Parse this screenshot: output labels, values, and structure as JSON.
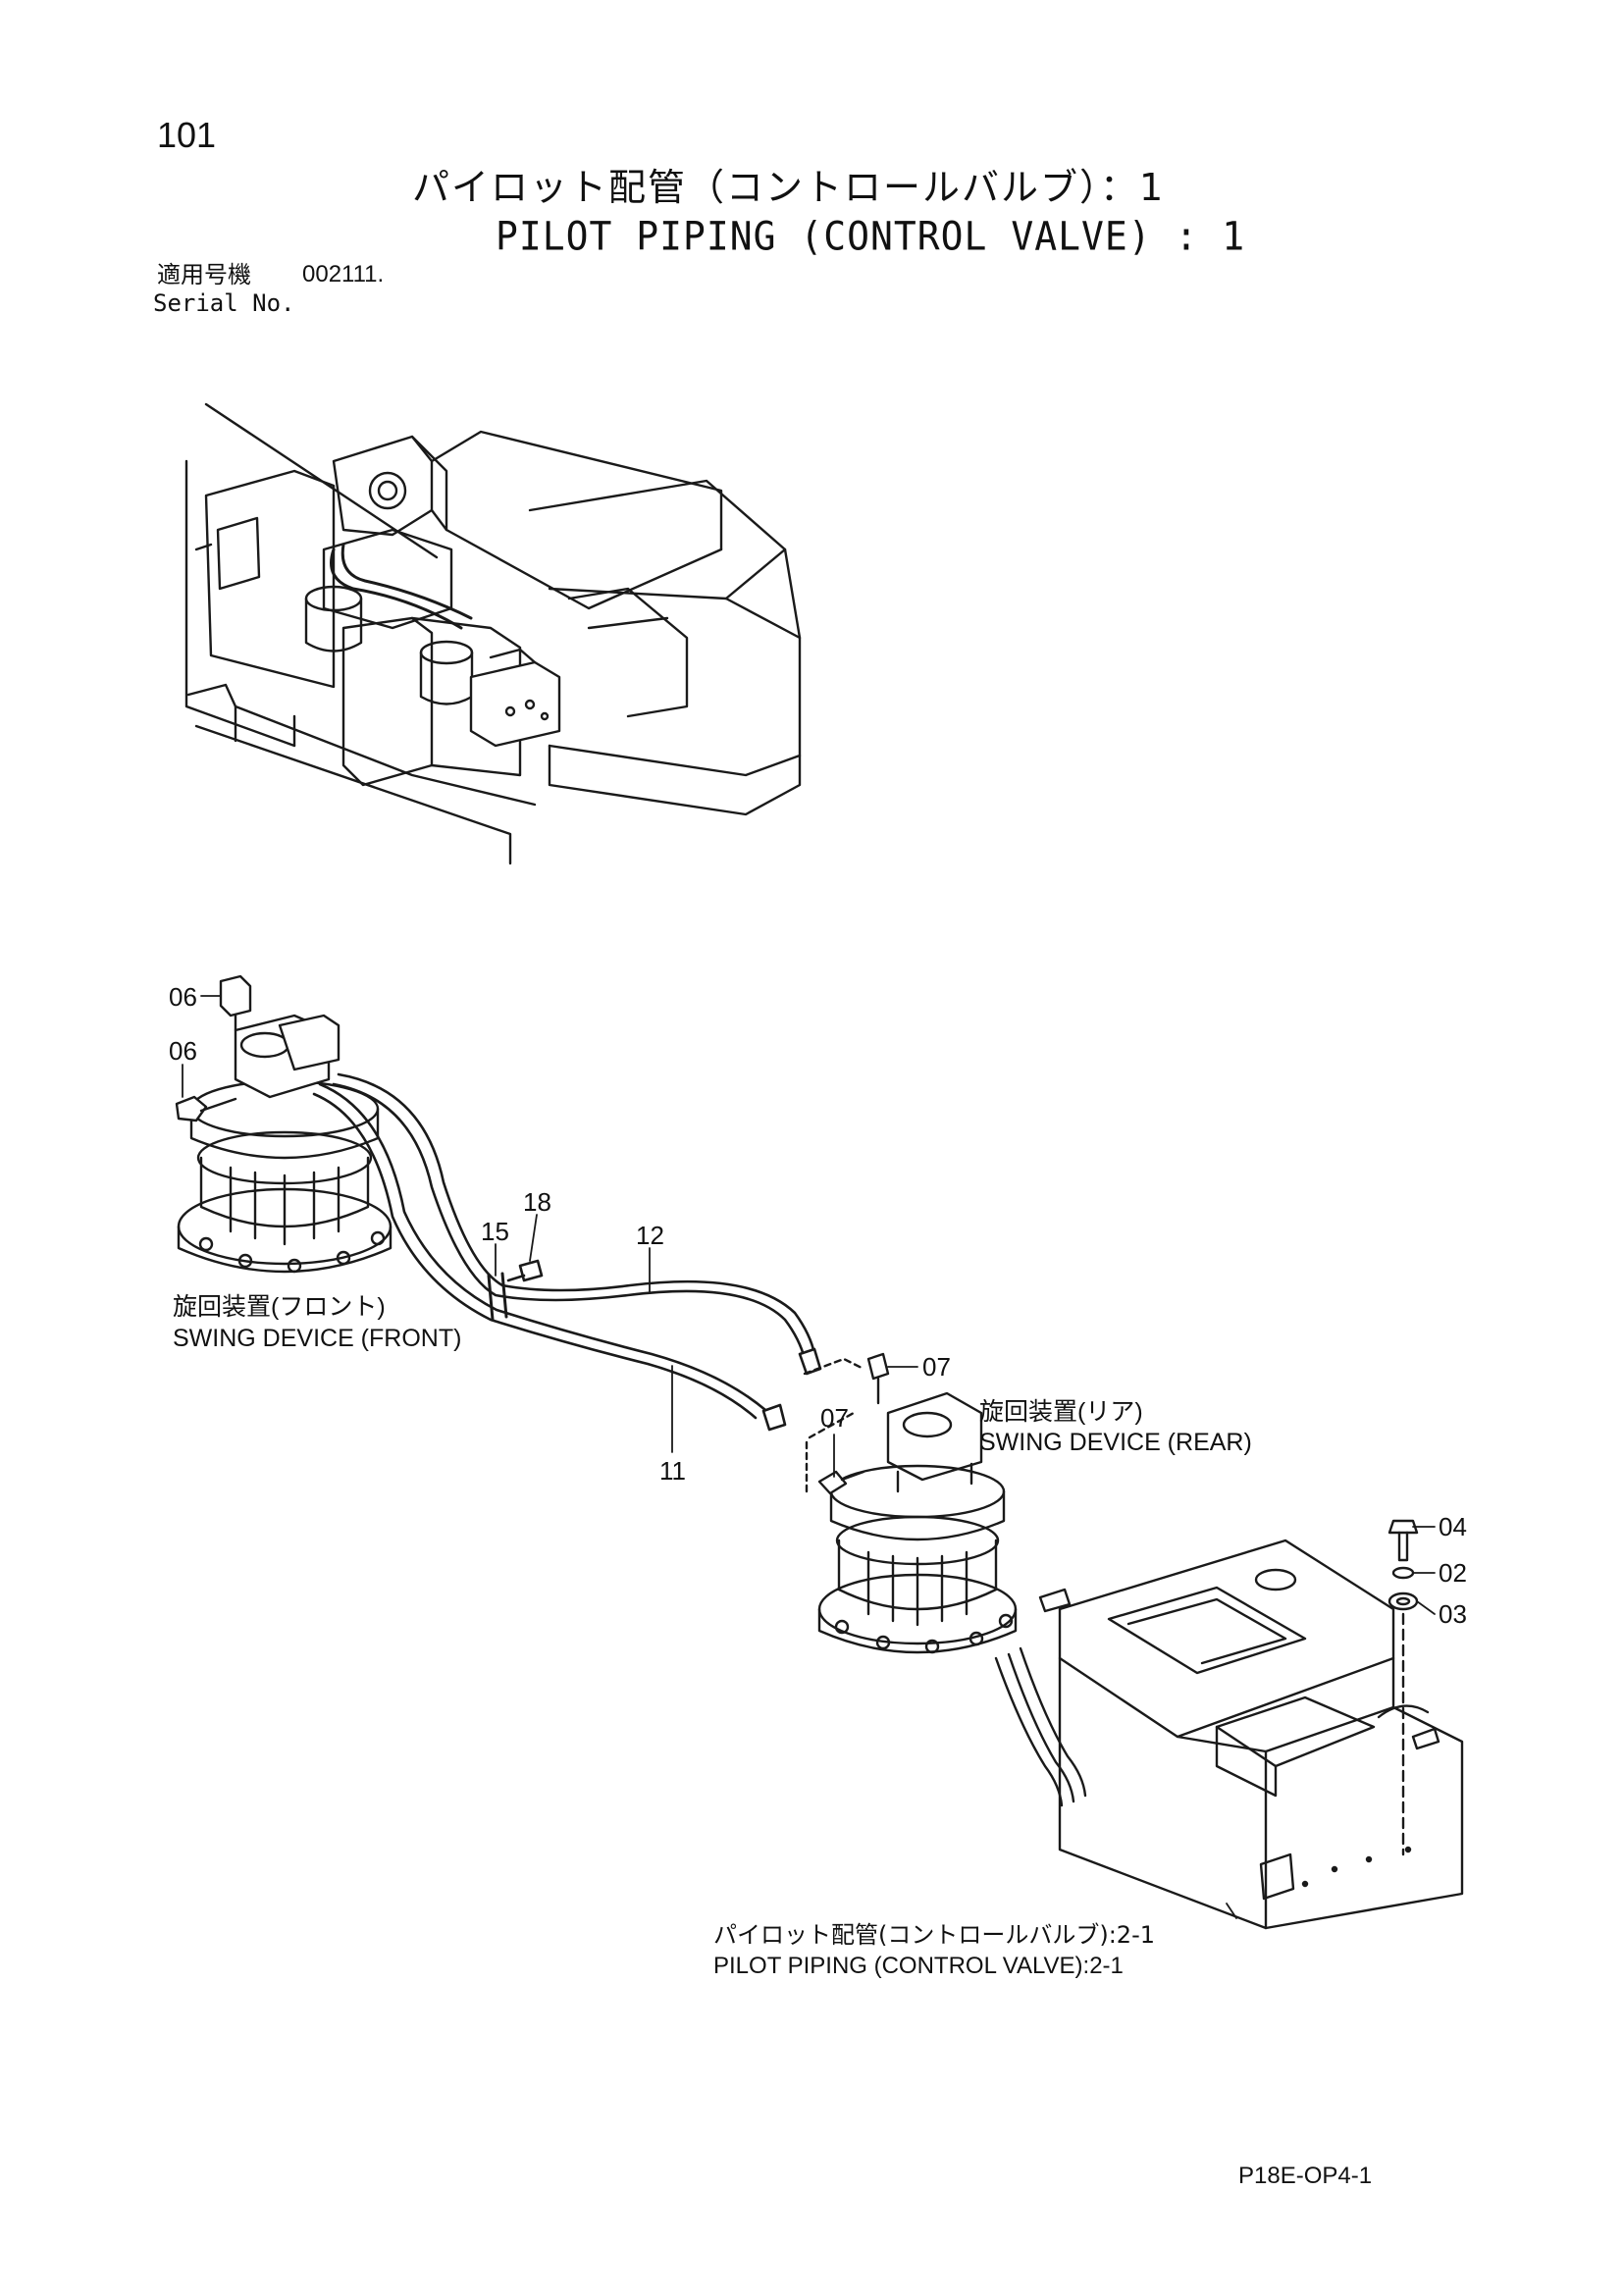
{
  "header": {
    "page_number": "101",
    "title_jp": "パイロット配管（コントロールバルブ）：1",
    "title_en": "PILOT PIPING (CONTROL VALVE) : 1",
    "serial_label_jp": "適用号機",
    "serial_value": "002111.",
    "serial_label_en": "Serial No."
  },
  "labels": {
    "swing_front_jp": "旋回装置(フロント)",
    "swing_front_en": "SWING DEVICE (FRONT)",
    "swing_rear_jp": "旋回装置(リア)",
    "swing_rear_en": "SWING DEVICE (REAR)",
    "ref_jp": "パイロット配管(コントロールバルブ):2-1",
    "ref_en": "PILOT PIPING (CONTROL VALVE):2-1"
  },
  "callouts": {
    "c06a": "06",
    "c06b": "06",
    "c18": "18",
    "c15": "15",
    "c12": "12",
    "c11": "11",
    "c07a": "07",
    "c07b": "07",
    "c04": "04",
    "c02": "02",
    "c03": "03"
  },
  "footer": {
    "code": "P18E-OP4-1"
  }
}
